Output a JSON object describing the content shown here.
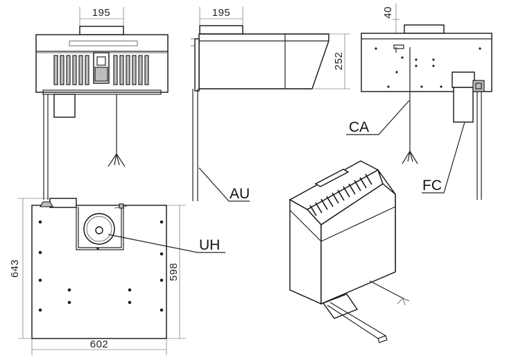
{
  "dimensions": {
    "front_width": "195",
    "side_width": "195",
    "back_offset": "40",
    "height": "252",
    "plan_depth_outer": "643",
    "plan_depth_inner": "598",
    "plan_width": "602"
  },
  "callouts": {
    "ca": "CA",
    "au": "AU",
    "fc": "FC",
    "uh": "UH"
  }
}
